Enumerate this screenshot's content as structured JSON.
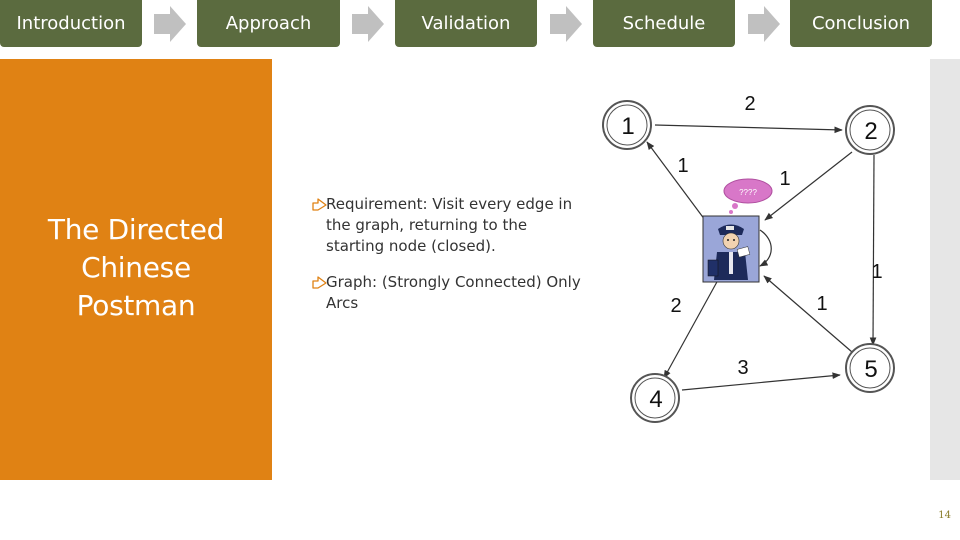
{
  "nav": {
    "tabs": [
      {
        "label": "Introduction"
      },
      {
        "label": "Approach"
      },
      {
        "label": "Validation"
      },
      {
        "label": "Schedule"
      },
      {
        "label": "Conclusion"
      }
    ]
  },
  "slide": {
    "title_lines": [
      "The Directed",
      "Chinese",
      "Postman"
    ],
    "bullets": [
      {
        "text": "Requirement: Visit every edge in the graph, returning to the starting node (closed)."
      },
      {
        "text": "Graph: (Strongly Connected) Only Arcs"
      }
    ],
    "page_number": "14"
  },
  "graph": {
    "nodes": [
      "1",
      "2",
      "4",
      "5"
    ],
    "edge_weights": [
      "2",
      "1",
      "1",
      "1",
      "2",
      "1",
      "3"
    ],
    "thought_bubble": "????"
  },
  "colors": {
    "nav_bg": "#5b6b3f",
    "orange": "#e08214",
    "arrow_gray": "#c0c0c0"
  }
}
